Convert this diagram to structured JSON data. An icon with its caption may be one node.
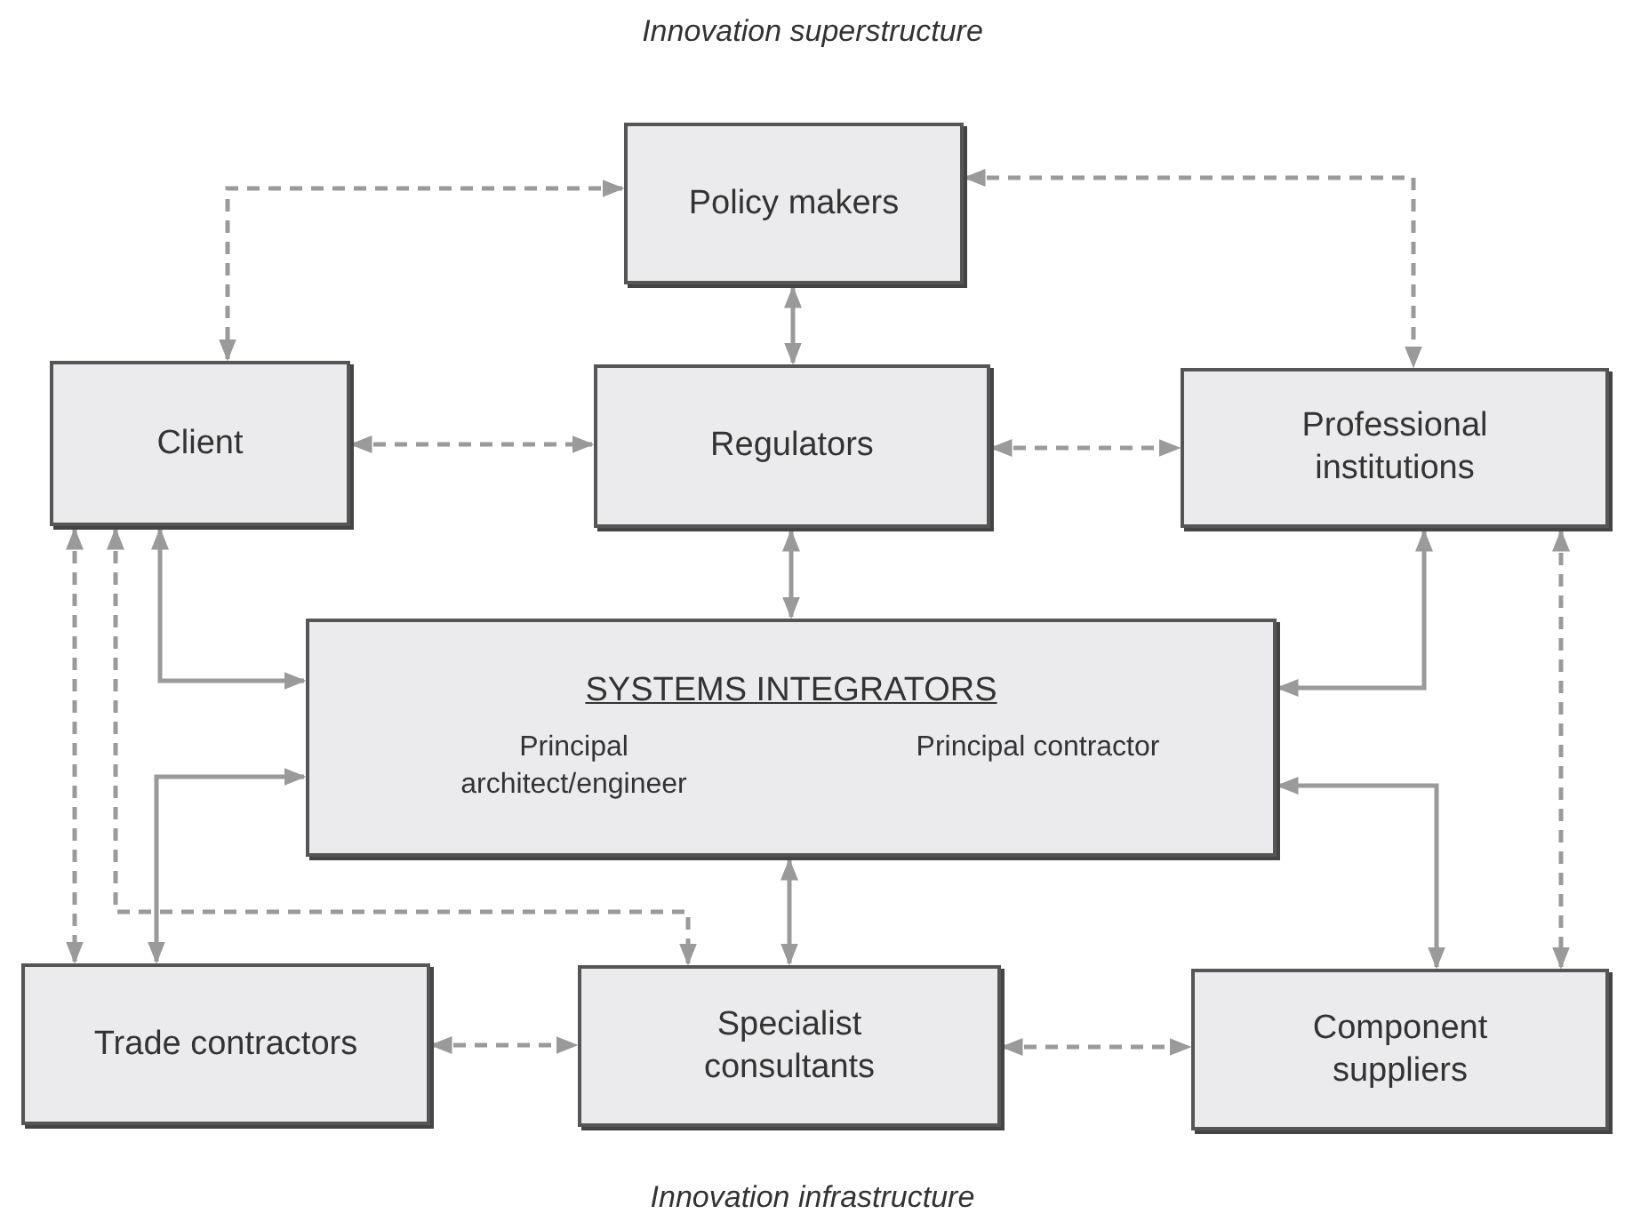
{
  "diagram": {
    "title": "Innovation superstructure",
    "caption": "Innovation infrastructure",
    "nodes": [
      {
        "text": [
          "Policy makers"
        ]
      },
      {
        "text": [
          "Client"
        ]
      },
      {
        "text": [
          "Regulators"
        ]
      },
      {
        "text": [
          "Professional institutions"
        ]
      },
      {
        "text": [
          "SYSTEMS INTEGRATORS",
          "Principal architect/engineer",
          "Principal contractor"
        ]
      },
      {
        "text": [
          "Trade contractors"
        ]
      },
      {
        "text": [
          "Specialist consultants"
        ]
      },
      {
        "text": [
          "Component suppliers"
        ]
      }
    ],
    "edges": [
      {
        "from": 0,
        "to": 1,
        "arrow": "both",
        "style": "dashed"
      },
      {
        "from": 0,
        "to": 3,
        "arrow": "both",
        "style": "dashed"
      },
      {
        "from": 0,
        "to": 2,
        "arrow": "both"
      },
      {
        "from": 1,
        "to": 2,
        "arrow": "both",
        "style": "dashed"
      },
      {
        "from": 2,
        "to": 3,
        "arrow": "both",
        "style": "dashed"
      },
      {
        "from": 2,
        "to": 4,
        "arrow": "both"
      },
      {
        "from": 1,
        "to": 4,
        "arrow": "both"
      },
      {
        "from": 5,
        "to": 4,
        "arrow": "both"
      },
      {
        "from": 1,
        "to": 5,
        "arrow": "both",
        "style": "dashed"
      },
      {
        "from": 1,
        "to": 6,
        "arrow": "both",
        "style": "dashed"
      },
      {
        "from": 4,
        "to": 6,
        "arrow": "both"
      },
      {
        "from": 4,
        "to": 3,
        "arrow": "both"
      },
      {
        "from": 4,
        "to": 7,
        "arrow": "both"
      },
      {
        "from": 3,
        "to": 7,
        "arrow": "both",
        "style": "dashed"
      },
      {
        "from": 5,
        "to": 6,
        "arrow": "both",
        "style": "dashed"
      },
      {
        "from": 6,
        "to": 7,
        "arrow": "both",
        "style": "dashed"
      }
    ]
  }
}
